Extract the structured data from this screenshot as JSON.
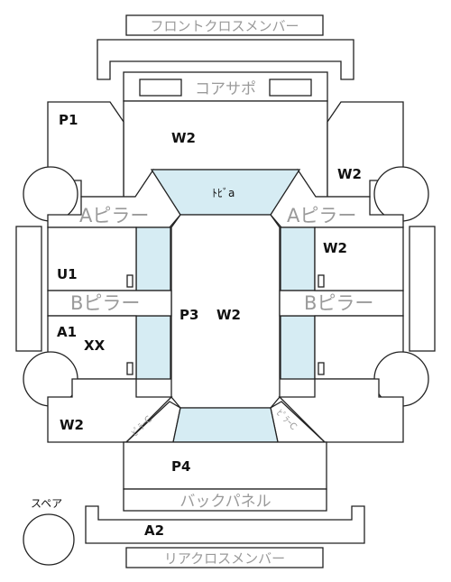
{
  "labels": {
    "front_cross_member": "フロントクロスメンバー",
    "core_support": "コアサポ",
    "a_pillar_left": "Aピラー",
    "a_pillar_right": "Aピラー",
    "b_pillar_left": "Bピラー",
    "b_pillar_right": "Bピラー",
    "back_panel": "バックパネル",
    "rear_cross_member": "リアクロスメンバー",
    "spare": "スペア",
    "windshield": "ﾄﾋﾞa",
    "rear_c_left": "ﾋﾟﾗｰC",
    "rear_c_right": "ﾋﾟﾗｰC"
  },
  "codes": {
    "front_left_fender": "P1",
    "hood": "W2",
    "front_right_fender": "W2",
    "rear_right_door_top": "W2",
    "front_left_door": "U1",
    "rear_left_door_1": "A1",
    "rear_left_door_2": "XX",
    "roof_left": "P3",
    "roof_right": "W2",
    "rear_left_quarter": "W2",
    "trunk": "P4",
    "rear_bumper": "A2"
  },
  "colors": {
    "glass": "#d6ecf3",
    "outline": "#222222",
    "label_grey": "#9a9a9a"
  }
}
